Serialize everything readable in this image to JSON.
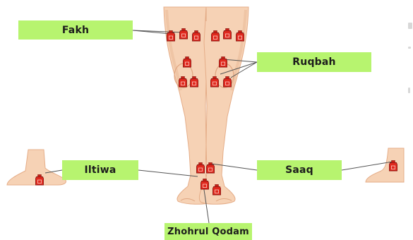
{
  "labels": {
    "fakh": "Fakh",
    "ruqbah": "Ruqbah",
    "iltiwa": "Iltiwa",
    "saaq": "Saaq",
    "zhohrul_qodam": "Zhohrul Qodam"
  },
  "colors": {
    "label_bg": "#b7f46f",
    "skin": "#f6d2b5",
    "skin_shade": "#eab896",
    "cup": "#e0291e",
    "cup_outline": "#8c1410",
    "leader_line": "#555555"
  },
  "icons": {
    "cup": "cupping-cup-icon"
  }
}
